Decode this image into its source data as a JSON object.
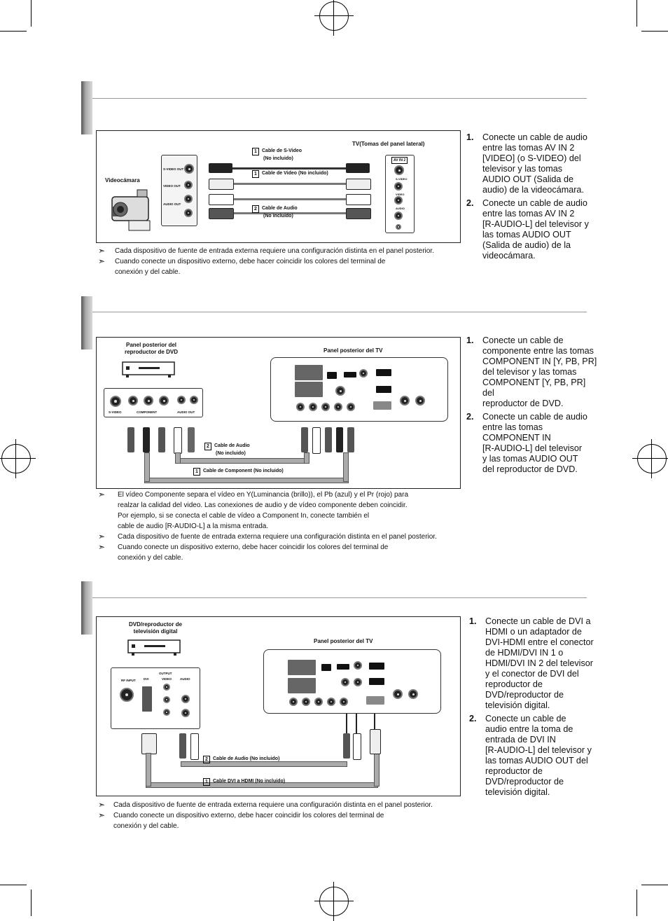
{
  "section1": {
    "labels": {
      "camcorder": "Videocámara",
      "tv_side": "TV(Tomas del panel lateral)",
      "svideo_cable_1": "Cable de S-Video",
      "svideo_cable_2": "(No incluido)",
      "video_cable": "Cable de Video (No incluido)",
      "audio_cable_1": "Cable de Audio",
      "audio_cable_2": "(No incluido)",
      "tag1": "1",
      "tag2": "2",
      "cam_svideo": "S-VIDEO OUT",
      "cam_video": "VIDEO OUT",
      "cam_audio": "AUDIO OUT",
      "tv_avin2": "AV IN 2",
      "tv_svideo": "S-VIDEO",
      "tv_video": "VIDEO",
      "tv_audio": "AUDIO"
    },
    "steps": [
      {
        "num": "1.",
        "lines": [
          "Conecte un cable de audio",
          "entre las tomas AV IN 2",
          "[VIDEO] (o S-VIDEO) del",
          "televisor y las tomas",
          "AUDIO OUT (Salida de",
          "audio) de la videocámara."
        ]
      },
      {
        "num": "2.",
        "lines": [
          "Conecte un cable de audio",
          "entre las tomas AV IN 2",
          "[R-AUDIO-L] del  televisor y",
          "las tomas AUDIO OUT",
          "(Salida de audio) de la",
          "videocámara."
        ]
      }
    ],
    "notes": [
      {
        "lines": [
          "Cada dispositivo de fuente de entrada externa requiere una configuración distinta en el panel posterior."
        ]
      },
      {
        "lines": [
          "Cuando conecte un dispositivo externo, debe hacer coincidir los colores del terminal de",
          "conexión y del cable."
        ]
      }
    ]
  },
  "section2": {
    "labels": {
      "dvd_panel_1": "Panel posterior del",
      "dvd_panel_2": "reproductor de DVD",
      "tv_panel": "Panel posterior del TV",
      "audio_cable_1": "Cable de Audio",
      "audio_cable_2": "(No incluido)",
      "component_cable": "Cable de Component (No incluido)",
      "tag1": "1",
      "tag2": "2",
      "dvd_svideo": "S-VIDEO",
      "dvd_component": "COMPONENT",
      "dvd_audio": "AUDIO OUT"
    },
    "steps": [
      {
        "num": "1.",
        "lines": [
          "Conecte un cable de",
          "componente entre las tomas",
          "COMPONENT IN [Y, PB, PR]",
          "del televisor y las tomas",
          "COMPONENT [Y, PB, PR] del",
          "reproductor de DVD."
        ]
      },
      {
        "num": "2.",
        "lines": [
          "Conecte un cable de audio",
          "entre las tomas",
          "COMPONENT IN",
          "[R-AUDIO-L] del televisor",
          "y las tomas AUDIO OUT",
          "del reproductor de DVD."
        ]
      }
    ],
    "notes": [
      {
        "lines": [
          "El vídeo Componente separa el vídeo en Y(Luminancia (brillo)), el Pb (azul) y el Pr (rojo) para",
          "realzar la calidad del video. Las conexiones de audio y de vídeo componente deben coincidir.",
          "Por ejemplo, si se conecta el cable de vídeo a Component In, conecte también el",
          "cable de audio [R-AUDIO-L] a la misma entrada."
        ]
      },
      {
        "lines": [
          "Cada dispositivo de fuente de entrada externa requiere una configuración distinta en el panel posterior."
        ]
      },
      {
        "lines": [
          "Cuando conecte un dispositivo externo, debe hacer coincidir los colores del terminal de",
          "conexión y del cable."
        ]
      }
    ]
  },
  "section3": {
    "labels": {
      "dvd_1": "DVD/reproductor de",
      "dvd_2": "televisión digital",
      "tv_panel": "Panel posterior del TV",
      "audio_cable": "Cable de Audio (No incluido)",
      "dvi_cable": "Cable DVI a HDMI (No incluido)",
      "tag1": "1",
      "tag2": "2",
      "dvd_rfinput": "RF INPUT",
      "dvd_output": "OUTPUT",
      "dvd_dvi": "DVI",
      "dvd_video": "VIDEO",
      "dvd_audio": "AUDIO"
    },
    "steps": [
      {
        "num": "1.",
        "lines": [
          "Conecte un cable de DVI a",
          "HDMI o un adaptador de",
          "DVI-HDMI entre el conector",
          "de HDMI/DVI IN 1 o",
          "HDMI/DVI IN 2 del televisor",
          "y el conector de DVI del",
          "reproductor de",
          "DVD/reproductor de",
          "televisión digital."
        ]
      },
      {
        "num": "2.",
        "lines": [
          "Conecte un cable de",
          "audio entre la toma de",
          "entrada de DVI IN",
          "[R-AUDIO-L] del televisor y",
          "las tomas AUDIO OUT del",
          "reproductor de",
          "DVD/reproductor de",
          "televisión digital."
        ]
      }
    ],
    "notes": [
      {
        "lines": [
          "Cada dispositivo de fuente de entrada externa requiere una configuración distinta en el panel posterior."
        ]
      },
      {
        "lines": [
          "Cuando conecte un dispositivo externo, debe hacer coincidir los colores del terminal de",
          "conexión y del cable."
        ]
      }
    ]
  },
  "arrow_glyph": "➣"
}
